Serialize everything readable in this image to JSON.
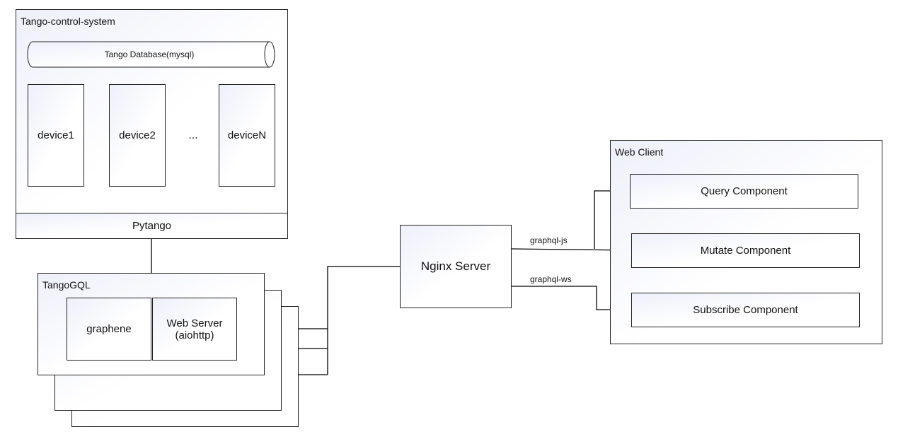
{
  "tango": {
    "title": "Tango-control-system",
    "database": "Tango Database(mysql)",
    "devices": [
      "device1",
      "device2",
      "...",
      "deviceN"
    ],
    "pytango": "Pytango"
  },
  "tangogql": {
    "title": "TangoGQL",
    "graphene": "graphene",
    "web_server": "Web Server",
    "web_server_sub": "(aiohttp)"
  },
  "nginx": {
    "label": "Nginx Server"
  },
  "connections": {
    "graphql_js": "graphql-js",
    "graphql_ws": "graphql-ws"
  },
  "web_client": {
    "title": "Web Client",
    "components": [
      "Query Component",
      "Mutate Component",
      "Subscribe Component"
    ]
  }
}
